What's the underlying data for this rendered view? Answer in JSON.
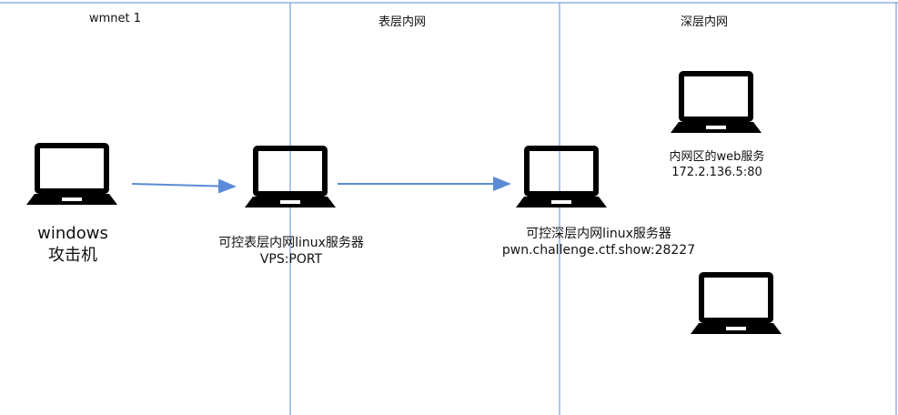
{
  "zones": {
    "left": "wmnet 1",
    "middle": "表层内网",
    "right": "深层内网"
  },
  "nodes": {
    "attacker": {
      "line1": "windows",
      "line2": "攻击机",
      "icon": "laptop-icon"
    },
    "surface": {
      "line1": "可控表层内网linux服务器",
      "line2": "VPS:PORT",
      "icon": "laptop-icon"
    },
    "deep": {
      "line1": "可控深层内网linux服务器",
      "line2": "pwn.challenge.ctf.show:28227",
      "icon": "laptop-icon"
    },
    "web": {
      "line1": "内网区的web服务",
      "line2": "172.2.136.5:80",
      "icon": "laptop-icon"
    },
    "extra": {
      "icon": "laptop-icon"
    }
  },
  "colors": {
    "divider": "#5b8bd6",
    "arrow": "#5b8bd6",
    "laptop": "#000000"
  }
}
